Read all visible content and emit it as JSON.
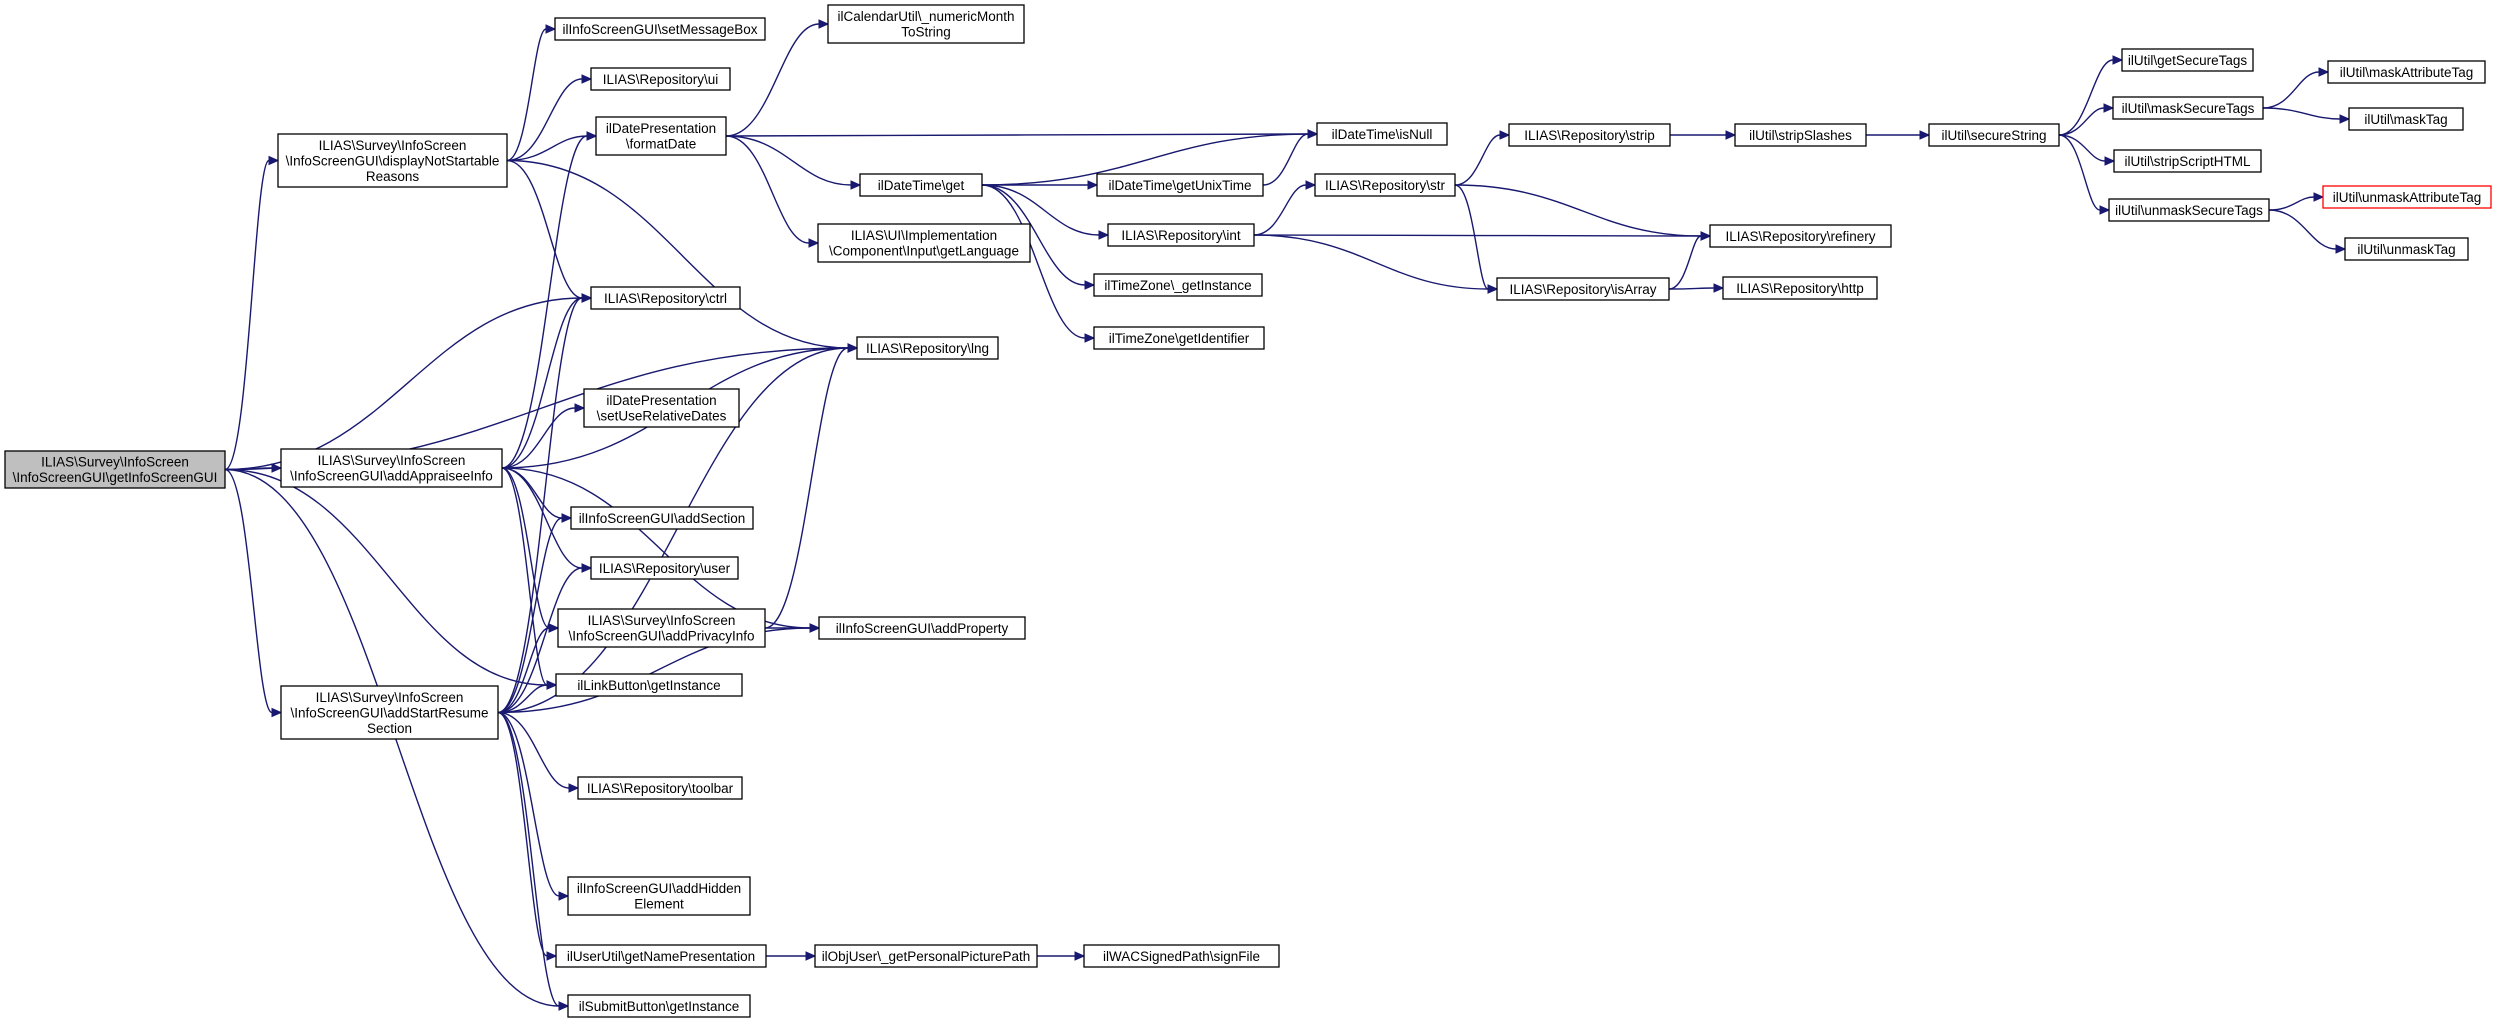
{
  "graph": {
    "nodes": [
      {
        "id": "root",
        "lines": [
          "ILIAS\\Survey\\InfoScreen",
          "\\InfoScreenGUI\\getInfoScreenGUI"
        ]
      },
      {
        "id": "displayNotStartable",
        "lines": [
          "ILIAS\\Survey\\InfoScreen",
          "\\InfoScreenGUI\\displayNotStartable",
          "Reasons"
        ]
      },
      {
        "id": "addAppraiseeInfo",
        "lines": [
          "ILIAS\\Survey\\InfoScreen",
          "\\InfoScreenGUI\\addAppraiseeInfo"
        ]
      },
      {
        "id": "addStartResume",
        "lines": [
          "ILIAS\\Survey\\InfoScreen",
          "\\InfoScreenGUI\\addStartResume",
          "Section"
        ]
      },
      {
        "id": "setMessageBox",
        "lines": [
          "ilInfoScreenGUI\\setMessageBox"
        ]
      },
      {
        "id": "repoUi",
        "lines": [
          "ILIAS\\Repository\\ui"
        ]
      },
      {
        "id": "formatDate",
        "lines": [
          "ilDatePresentation",
          "\\formatDate"
        ]
      },
      {
        "id": "repoCtrl",
        "lines": [
          "ILIAS\\Repository\\ctrl"
        ]
      },
      {
        "id": "setUseRelative",
        "lines": [
          "ilDatePresentation",
          "\\setUseRelativeDates"
        ]
      },
      {
        "id": "addSection",
        "lines": [
          "ilInfoScreenGUI\\addSection"
        ]
      },
      {
        "id": "repoUser",
        "lines": [
          "ILIAS\\Repository\\user"
        ]
      },
      {
        "id": "addPrivacyInfo",
        "lines": [
          "ILIAS\\Survey\\InfoScreen",
          "\\InfoScreenGUI\\addPrivacyInfo"
        ]
      },
      {
        "id": "linkButton",
        "lines": [
          "ilLinkButton\\getInstance"
        ]
      },
      {
        "id": "repoToolbar",
        "lines": [
          "ILIAS\\Repository\\toolbar"
        ]
      },
      {
        "id": "addHidden",
        "lines": [
          "ilInfoScreenGUI\\addHidden",
          "Element"
        ]
      },
      {
        "id": "getNamePres",
        "lines": [
          "ilUserUtil\\getNamePresentation"
        ]
      },
      {
        "id": "submitButton",
        "lines": [
          "ilSubmitButton\\getInstance"
        ]
      },
      {
        "id": "numericMonth",
        "lines": [
          "ilCalendarUtil\\_numericMonth",
          "ToString"
        ]
      },
      {
        "id": "dtGet",
        "lines": [
          "ilDateTime\\get"
        ]
      },
      {
        "id": "getLanguage",
        "lines": [
          "ILIAS\\UI\\Implementation",
          "\\Component\\Input\\getLanguage"
        ]
      },
      {
        "id": "repoLng",
        "lines": [
          "ILIAS\\Repository\\lng"
        ]
      },
      {
        "id": "addProperty",
        "lines": [
          "ilInfoScreenGUI\\addProperty"
        ]
      },
      {
        "id": "personalPic",
        "lines": [
          "ilObjUser\\_getPersonalPicturePath"
        ]
      },
      {
        "id": "isNull",
        "lines": [
          "ilDateTime\\isNull"
        ]
      },
      {
        "id": "getUnixTime",
        "lines": [
          "ilDateTime\\getUnixTime"
        ]
      },
      {
        "id": "repoInt",
        "lines": [
          "ILIAS\\Repository\\int"
        ]
      },
      {
        "id": "tzInstance",
        "lines": [
          "ilTimeZone\\_getInstance"
        ]
      },
      {
        "id": "tzIdentifier",
        "lines": [
          "ilTimeZone\\getIdentifier"
        ]
      },
      {
        "id": "signFile",
        "lines": [
          "ilWACSignedPath\\signFile"
        ]
      },
      {
        "id": "repoStrip",
        "lines": [
          "ILIAS\\Repository\\strip"
        ]
      },
      {
        "id": "repoStr",
        "lines": [
          "ILIAS\\Repository\\str"
        ]
      },
      {
        "id": "repoIsArray",
        "lines": [
          "ILIAS\\Repository\\isArray"
        ]
      },
      {
        "id": "stripSlashes",
        "lines": [
          "ilUtil\\stripSlashes"
        ]
      },
      {
        "id": "repoRefinery",
        "lines": [
          "ILIAS\\Repository\\refinery"
        ]
      },
      {
        "id": "repoHttp",
        "lines": [
          "ILIAS\\Repository\\http"
        ]
      },
      {
        "id": "secureString",
        "lines": [
          "ilUtil\\secureString"
        ]
      },
      {
        "id": "getSecureTags",
        "lines": [
          "ilUtil\\getSecureTags"
        ]
      },
      {
        "id": "maskSecureTags",
        "lines": [
          "ilUtil\\maskSecureTags"
        ]
      },
      {
        "id": "stripScriptHTML",
        "lines": [
          "ilUtil\\stripScriptHTML"
        ]
      },
      {
        "id": "unmaskSecureTags",
        "lines": [
          "ilUtil\\unmaskSecureTags"
        ]
      },
      {
        "id": "maskAttributeTag",
        "lines": [
          "ilUtil\\maskAttributeTag"
        ]
      },
      {
        "id": "maskTag",
        "lines": [
          "ilUtil\\maskTag"
        ]
      },
      {
        "id": "unmaskAttributeTag",
        "lines": [
          "ilUtil\\unmaskAttributeTag"
        ]
      },
      {
        "id": "unmaskTag",
        "lines": [
          "ilUtil\\unmaskTag"
        ]
      }
    ],
    "edges": [
      {
        "from": "root",
        "to": "displayNotStartable"
      },
      {
        "from": "root",
        "to": "repoCtrl"
      },
      {
        "from": "root",
        "to": "repoLng"
      },
      {
        "from": "root",
        "to": "addAppraiseeInfo"
      },
      {
        "from": "root",
        "to": "addStartResume"
      },
      {
        "from": "root",
        "to": "linkButton"
      },
      {
        "from": "root",
        "to": "submitButton"
      },
      {
        "from": "displayNotStartable",
        "to": "setMessageBox"
      },
      {
        "from": "displayNotStartable",
        "to": "repoUi"
      },
      {
        "from": "displayNotStartable",
        "to": "formatDate"
      },
      {
        "from": "displayNotStartable",
        "to": "repoCtrl"
      },
      {
        "from": "displayNotStartable",
        "to": "repoLng"
      },
      {
        "from": "addAppraiseeInfo",
        "to": "formatDate"
      },
      {
        "from": "addAppraiseeInfo",
        "to": "repoCtrl"
      },
      {
        "from": "addAppraiseeInfo",
        "to": "repoLng"
      },
      {
        "from": "addAppraiseeInfo",
        "to": "setUseRelative"
      },
      {
        "from": "addAppraiseeInfo",
        "to": "addSection"
      },
      {
        "from": "addAppraiseeInfo",
        "to": "repoUser"
      },
      {
        "from": "addAppraiseeInfo",
        "to": "addPrivacyInfo"
      },
      {
        "from": "addAppraiseeInfo",
        "to": "linkButton"
      },
      {
        "from": "addAppraiseeInfo",
        "to": "addProperty"
      },
      {
        "from": "addStartResume",
        "to": "repoCtrl"
      },
      {
        "from": "addStartResume",
        "to": "addSection"
      },
      {
        "from": "addStartResume",
        "to": "repoUser"
      },
      {
        "from": "addStartResume",
        "to": "addPrivacyInfo"
      },
      {
        "from": "addStartResume",
        "to": "linkButton"
      },
      {
        "from": "addStartResume",
        "to": "repoToolbar"
      },
      {
        "from": "addStartResume",
        "to": "addHidden"
      },
      {
        "from": "addStartResume",
        "to": "getNamePres"
      },
      {
        "from": "addStartResume",
        "to": "submitButton"
      },
      {
        "from": "addStartResume",
        "to": "repoLng"
      },
      {
        "from": "addStartResume",
        "to": "addProperty"
      },
      {
        "from": "addPrivacyInfo",
        "to": "addProperty"
      },
      {
        "from": "addPrivacyInfo",
        "to": "repoLng"
      },
      {
        "from": "formatDate",
        "to": "numericMonth"
      },
      {
        "from": "formatDate",
        "to": "isNull"
      },
      {
        "from": "formatDate",
        "to": "dtGet"
      },
      {
        "from": "formatDate",
        "to": "getLanguage"
      },
      {
        "from": "dtGet",
        "to": "isNull"
      },
      {
        "from": "dtGet",
        "to": "getUnixTime"
      },
      {
        "from": "dtGet",
        "to": "repoInt"
      },
      {
        "from": "dtGet",
        "to": "tzInstance"
      },
      {
        "from": "dtGet",
        "to": "tzIdentifier"
      },
      {
        "from": "getUnixTime",
        "to": "isNull"
      },
      {
        "from": "repoInt",
        "to": "repoStr"
      },
      {
        "from": "repoInt",
        "to": "repoRefinery"
      },
      {
        "from": "repoInt",
        "to": "repoIsArray"
      },
      {
        "from": "repoStr",
        "to": "repoStrip"
      },
      {
        "from": "repoStr",
        "to": "repoRefinery"
      },
      {
        "from": "repoStr",
        "to": "repoIsArray"
      },
      {
        "from": "repoIsArray",
        "to": "repoRefinery"
      },
      {
        "from": "repoIsArray",
        "to": "repoHttp"
      },
      {
        "from": "repoStrip",
        "to": "stripSlashes"
      },
      {
        "from": "stripSlashes",
        "to": "secureString"
      },
      {
        "from": "secureString",
        "to": "getSecureTags"
      },
      {
        "from": "secureString",
        "to": "maskSecureTags"
      },
      {
        "from": "secureString",
        "to": "stripScriptHTML"
      },
      {
        "from": "secureString",
        "to": "unmaskSecureTags"
      },
      {
        "from": "maskSecureTags",
        "to": "maskAttributeTag"
      },
      {
        "from": "maskSecureTags",
        "to": "maskTag"
      },
      {
        "from": "unmaskSecureTags",
        "to": "unmaskAttributeTag"
      },
      {
        "from": "unmaskSecureTags",
        "to": "unmaskTag"
      },
      {
        "from": "getNamePres",
        "to": "personalPic"
      },
      {
        "from": "personalPic",
        "to": "signFile"
      }
    ]
  }
}
